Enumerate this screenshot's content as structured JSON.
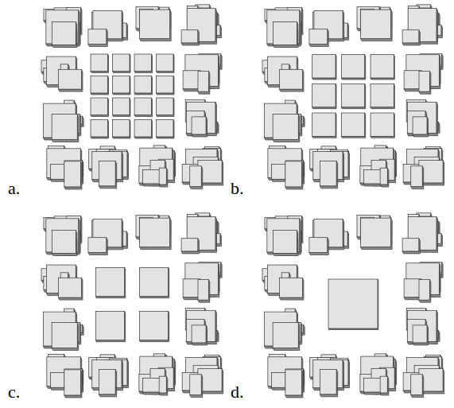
{
  "diagram": {
    "labels": [
      "a.",
      "b.",
      "c.",
      "d."
    ]
  }
}
